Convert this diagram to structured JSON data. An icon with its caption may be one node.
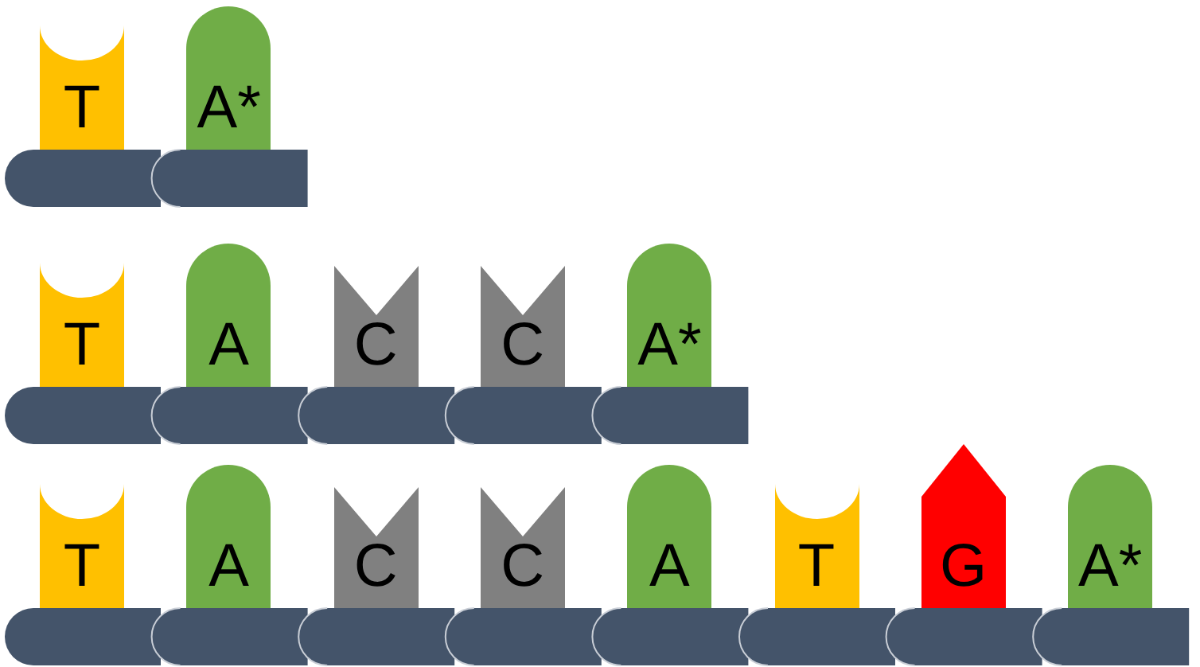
{
  "diagram": {
    "nodes": [
      {
        "text": [
          "T"
        ]
      },
      {
        "text": [
          "A*"
        ]
      },
      {
        "text": [
          "T"
        ]
      },
      {
        "text": [
          "A"
        ]
      },
      {
        "text": [
          "C"
        ]
      },
      {
        "text": [
          "C"
        ]
      },
      {
        "text": [
          "A*"
        ]
      },
      {
        "text": [
          "T"
        ]
      },
      {
        "text": [
          "A"
        ]
      },
      {
        "text": [
          "C"
        ]
      },
      {
        "text": [
          "C"
        ]
      },
      {
        "text": [
          "A"
        ]
      },
      {
        "text": [
          "T"
        ]
      },
      {
        "text": [
          "G"
        ]
      },
      {
        "text": [
          "A*"
        ]
      }
    ]
  }
}
